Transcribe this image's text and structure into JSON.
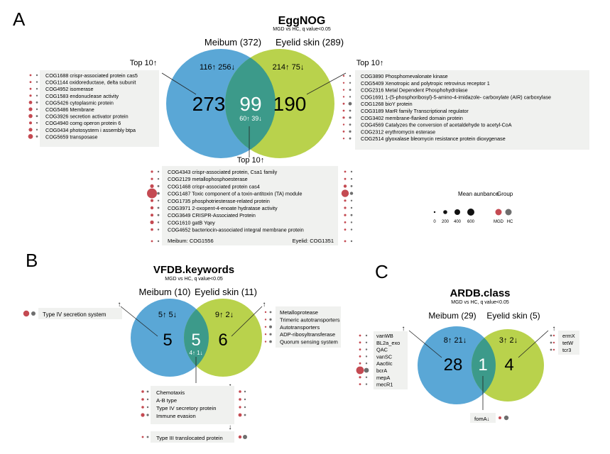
{
  "panels": {
    "A": {
      "letter": "A",
      "title": "EggNOG",
      "subtitle": "MGD vs HC, q value<0.05",
      "left_label": "Meibum (372)",
      "right_label": "Eyelid skin (289)",
      "left_count": "273",
      "mid_count": "99",
      "right_count": "190",
      "left_updown": "116↑ 256↓",
      "right_updown": "214↑ 75↓",
      "mid_updown": "60↑ 39↓",
      "top_left": "Top 10↑",
      "top_right": "Top 10↑",
      "top_bottom": "Top 10↑",
      "list_left": [
        "COG1688 crispr-associated protein cas5",
        "COG1144 oxidoreductase, delta subunit",
        "COG4952 isomerase",
        "COG1583 endonuclease activity",
        "COG5426 cytoplasmic protein",
        "COG5486 Membrane",
        "COG3926 secretion activator protein",
        "COG4940 comg operon protein 6",
        "COG0434 photosystem i assembly btpa",
        "COG5659 transposase"
      ],
      "list_right": [
        "COG3890 Phosphomevalonate kinase",
        "COG5409 Xenotropic and polytropic retrovirus receptor 1",
        "COG2316 Metal Dependent Phosphohydrolase",
        "COG1691 1-(5-phosphoribosyl)-5-amino-4-imidazole- carboxylate (AIR) carboxylase",
        "COG1268 bioY protein",
        "COG3189 MarR family Transcriptional regulator",
        "COG3402 membrane-flanked domain protein",
        "COG4569 Catalyzes the conversion of acetaldehyde to acetyl-CoA",
        "COG2312 erythromycin esterase",
        "COG2514 glyoxalase bleomycin resistance protein dioxygenase"
      ],
      "list_mid": [
        "COG4343 crispr-associated protein, Csa1 family",
        "COG2129 metallophosphoesterase",
        "COG1468 crispr-associated protein cas4",
        "COG1487 Toxic component of a toxin-antitoxin (TA) module",
        "COG1735 phosphotriesterase-related protein",
        "COG3971 2-oxopent-4-enoate hydratase activity",
        "COG3649 CRISPR-Associated Protein",
        "COG1610 gatB Yqey",
        "COG4652 bacteriocin-associated integral membrane protein"
      ],
      "mid_footer_left": "Meibum: COG1556",
      "mid_footer_right": "Eyelid: COG1351"
    },
    "B": {
      "letter": "B",
      "title": "VFDB.keywords",
      "subtitle": "MGD vs HC, q value<0.05",
      "left_label": "Meibum (10)",
      "right_label": "Eyelid skin (11)",
      "left_count": "5",
      "mid_count": "5",
      "right_count": "6",
      "left_updown": "5↑ 5↓",
      "right_updown": "9↑ 2↓",
      "mid_updown": "4↑ 1↓",
      "arrow_left": "↑",
      "arrow_right": "↑",
      "arrow_mid": "↑",
      "arrow_mid2": "↓",
      "list_left": [
        "Type IV secretion system"
      ],
      "list_right": [
        "Metalloprotease",
        "Trimeric autotransporters",
        "Autotransporters",
        "ADP-ribosyltransferase",
        "Quorum sensing system"
      ],
      "list_mid": [
        "Chemotaxis",
        "A-B type",
        "Type IV secretory protein",
        "Immune evasion"
      ],
      "list_mid2": [
        "Type III translocated protein"
      ]
    },
    "C": {
      "letter": "C",
      "title": "ARDB.class",
      "subtitle": "MGD vs HC, q value<0.05",
      "left_label": "Meibum (29)",
      "right_label": "Eyelid skin (5)",
      "left_count": "28",
      "mid_count": "1",
      "right_count": "4",
      "left_updown": "8↑ 21↓",
      "right_updown": "3↑ 2↓",
      "arrow_left": "↑",
      "arrow_right": "↑",
      "list_left": [
        "vanWB",
        "BL2a_exo",
        "QAC",
        "vanSC",
        "Aac6Ic",
        "bcrA",
        "mepA",
        "mecR1"
      ],
      "list_right": [
        "ermX",
        "tetW",
        "tcr3"
      ],
      "list_mid": [
        "fomA↓"
      ]
    }
  },
  "legend": {
    "size_title": "Mean aunbance",
    "size_ticks": [
      "0",
      "200",
      "400",
      "600"
    ],
    "group_title": "Group",
    "group_labels": [
      "MGD",
      "HC"
    ]
  },
  "colors": {
    "meibum": "#5aa7d6",
    "eyelid": "#b9d24c",
    "overlap": "#3c9a8a",
    "mgd": "#c44a52",
    "hc": "#6e6e6e",
    "box": "#f0f1ef"
  }
}
